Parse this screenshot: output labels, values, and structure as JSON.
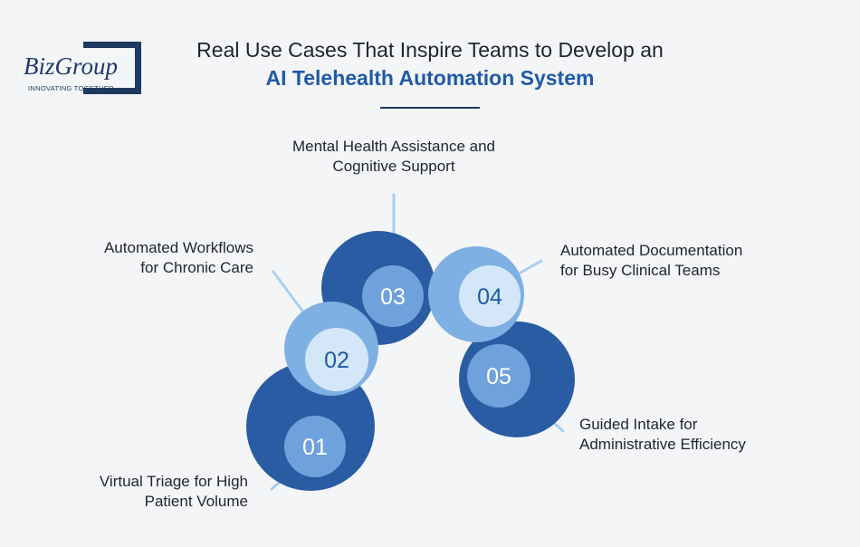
{
  "logo": {
    "word": "BizGroup",
    "tagline": "INNOVATING TOGETHER"
  },
  "header": {
    "title_line1": "Real Use Cases That Inspire Teams to Develop an",
    "title_line2": "AI Telehealth Automation System"
  },
  "colors": {
    "dark_blue": "#2a5ca3",
    "light_blue": "#7fb0e3",
    "inner_light": "#d4e7f9",
    "inner_dark": "#6fa1dc",
    "connector": "#a9cff1",
    "text": "#1f2430",
    "accent": "#1f5aa6"
  },
  "use_cases": [
    {
      "number": "01",
      "line1": "Virtual Triage for High",
      "line2": "Patient Volume"
    },
    {
      "number": "02",
      "line1": "Automated Workflows",
      "line2": "for Chronic Care"
    },
    {
      "number": "03",
      "line1": "Mental Health Assistance and",
      "line2": "Cognitive Support"
    },
    {
      "number": "04",
      "line1": "Automated Documentation",
      "line2": "for Busy Clinical Teams"
    },
    {
      "number": "05",
      "line1": "Guided Intake for",
      "line2": "Administrative Efficiency"
    }
  ]
}
